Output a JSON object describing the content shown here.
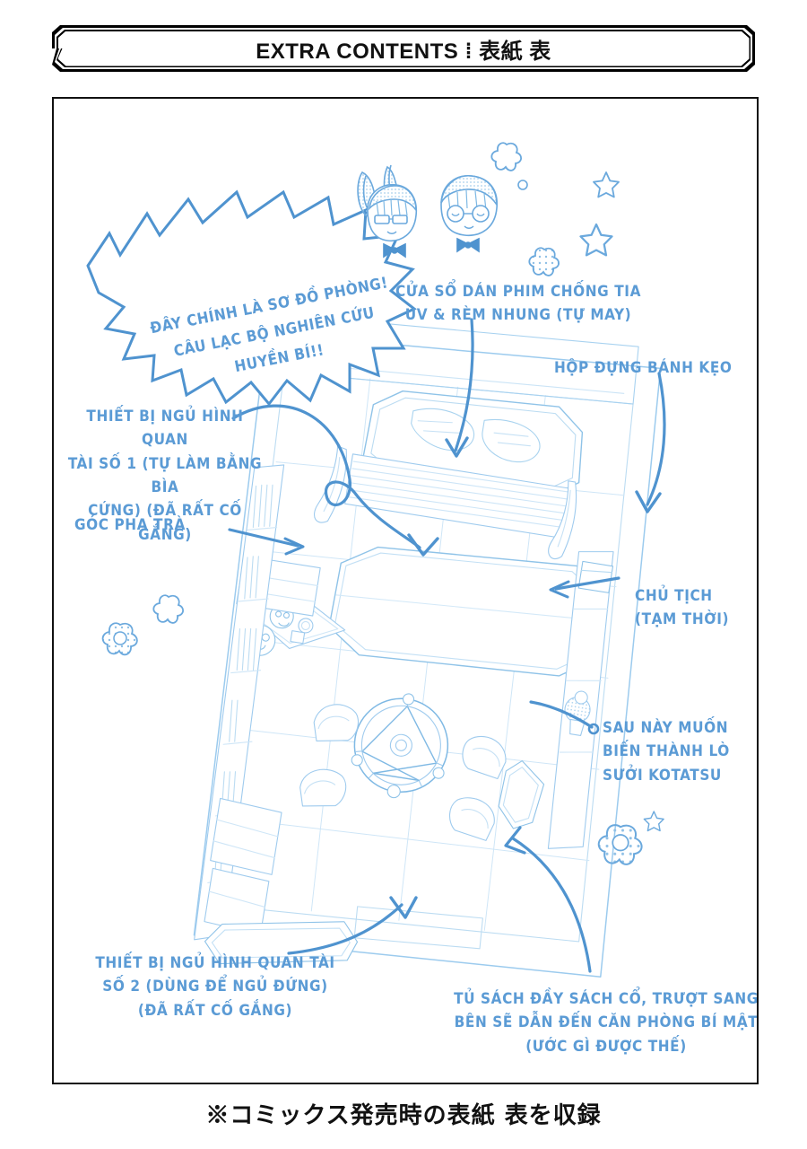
{
  "page": {
    "header_title": "EXTRA CONTENTS ⁞ 表紙 表",
    "footer_caption": "※コミックス発売時の表紙 表を収録",
    "ink_color": "#5b9bd5",
    "frame_color": "#111111",
    "background": "#ffffff"
  },
  "speech_bubble": {
    "name": "burst-speech-bubble",
    "text": "ĐÂY CHÍNH LÀ SƠ ĐỒ PHÒNG!\nCÂU LẠC BỘ NGHIÊN CỨU\nHUYỀN BÍ!!"
  },
  "annotations": [
    {
      "id": "window-uv-film",
      "text": "CỬA SỔ DÁN PHIM CHỐNG TIA\nUV & RÈM NHUNG (TỰ MAY)"
    },
    {
      "id": "candy-box",
      "text": "HỘP ĐỰNG BÁNH KẸO"
    },
    {
      "id": "coffin-bed-1",
      "text": "THIẾT BỊ NGỦ HÌNH QUAN\nTÀI SỐ 1 (TỰ LÀM BẰNG BÌA\nCỨNG) (ĐÃ RẤT CỐ GẮNG)"
    },
    {
      "id": "tea-corner",
      "text": "GÓC PHA TRÀ"
    },
    {
      "id": "president",
      "text": "CHỦ TỊCH\n(TẠM THỜI)"
    },
    {
      "id": "kotatsu-plan",
      "text": "SAU NÀY MUỐN\nBIẾN THÀNH LÒ\nSƯỞI KOTATSU"
    },
    {
      "id": "coffin-bed-2",
      "text": "THIẾT BỊ NGỦ HÌNH QUAN TÀI\nSỐ 2 (DÙNG ĐỂ NGỦ ĐỨNG)\n(ĐÃ RẤT CỐ GẮNG)"
    },
    {
      "id": "bookshelf-secret-room",
      "text": "TỦ SÁCH ĐẦY SÁCH CỔ, TRƯỢT SANG\nBÊN SẼ DẪN ĐẾN CĂN PHÒNG BÍ MẬT\n(ƯỚC GÌ ĐƯỢC THẾ)"
    }
  ],
  "illustration": {
    "name": "occult-club-room-isometric-blueprint",
    "characters": [
      {
        "id": "bunny-girl-chibi",
        "label": "chibi girl with bunny ears and bow tie"
      },
      {
        "id": "glasses-boy-chibi",
        "label": "chibi boy with glasses and bow tie"
      }
    ],
    "room_items": [
      "coffin-bed-large",
      "window-with-blinds-and-curtains",
      "magic-circle-pentagram-rug",
      "armchairs",
      "tea-table-with-kettle-and-cups",
      "bookshelf-wall",
      "candy-box-shelf",
      "standing-coffin",
      "potted-plant"
    ],
    "decorations": [
      "flower",
      "flower-dotted",
      "star",
      "star-small",
      "circle-dot"
    ]
  }
}
